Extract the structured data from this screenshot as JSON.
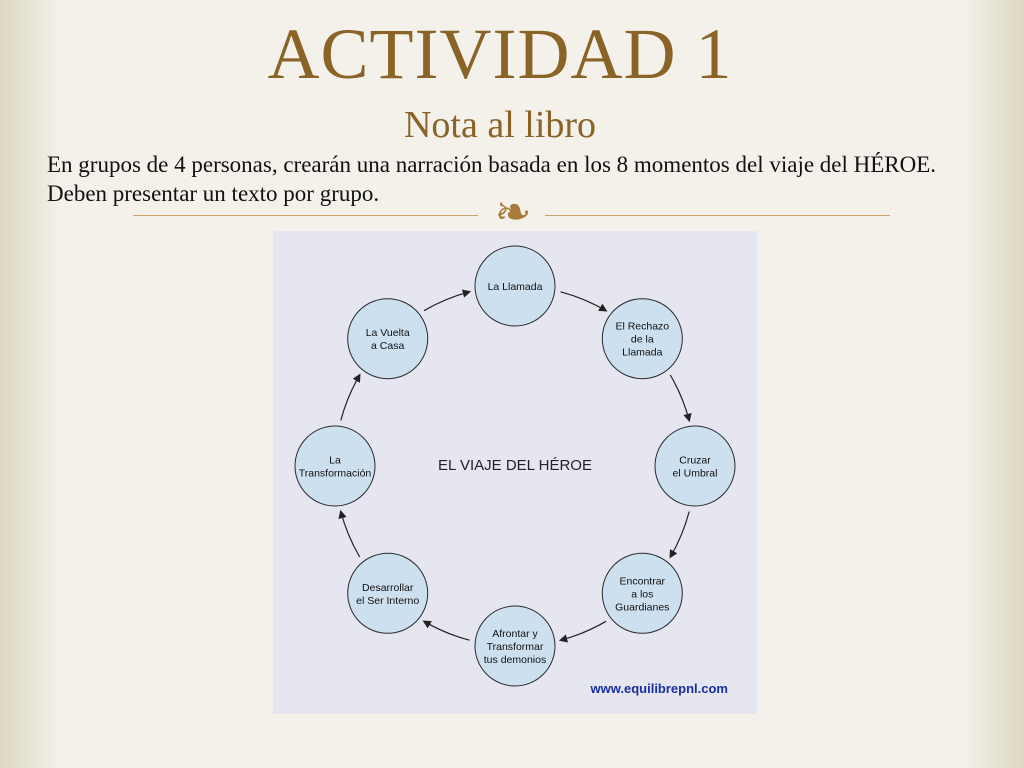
{
  "slide": {
    "title": "ACTIVIDAD 1",
    "subtitle": "Nota al libro",
    "body": "En grupos de 4 personas,  crearán una narración basada en los 8 momentos del viaje del HÉROE.  Deben presentar un texto por grupo.",
    "ornament": "❧"
  },
  "diagram": {
    "title": "EL VIAJE DEL HÉROE",
    "source": "www.equilibrepnl.com",
    "steps": [
      {
        "lines": [
          "La Llamada"
        ]
      },
      {
        "lines": [
          "El Rechazo",
          "de la",
          "Llamada"
        ]
      },
      {
        "lines": [
          "Cruzar",
          "el Umbral"
        ]
      },
      {
        "lines": [
          "Encontrar",
          "a los",
          "Guardianes"
        ]
      },
      {
        "lines": [
          "Afrontar y",
          "Transformar",
          "tus demonios"
        ]
      },
      {
        "lines": [
          "Desarrollar",
          "el Ser Interno"
        ]
      },
      {
        "lines": [
          "La",
          "Transformación"
        ]
      },
      {
        "lines": [
          "La Vuelta",
          "a Casa"
        ]
      }
    ]
  },
  "colors": {
    "title": "#8a6326",
    "node_fill": "#cde0f0",
    "diagram_bg": "#e5e6f0",
    "url": "#1a2fa0"
  }
}
